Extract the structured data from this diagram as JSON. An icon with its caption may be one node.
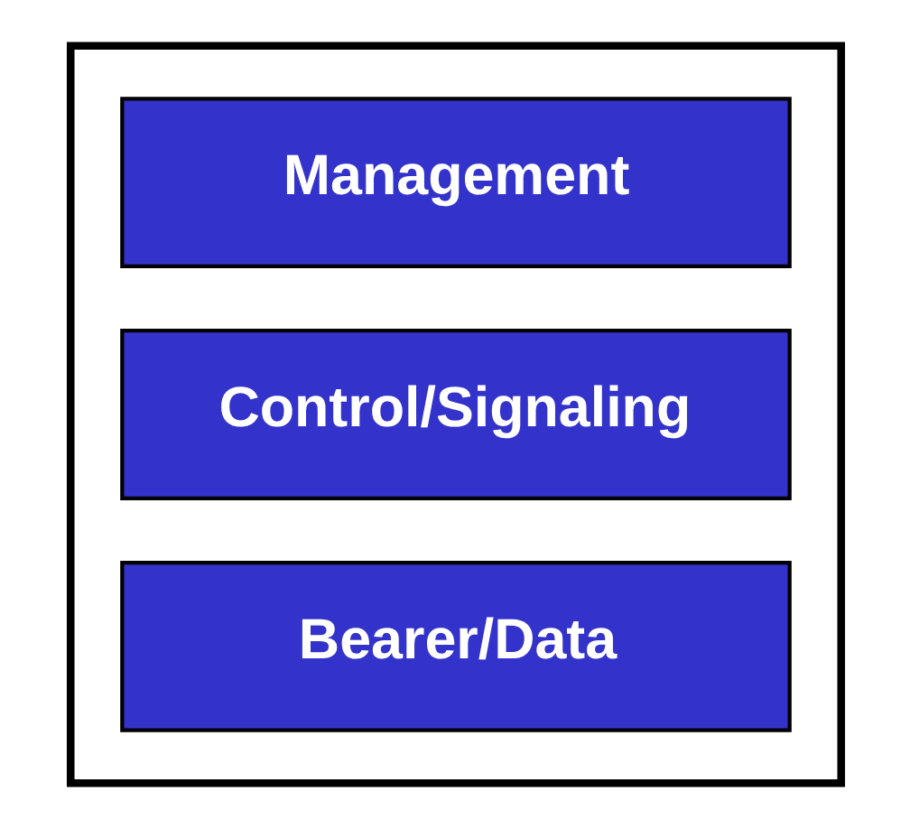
{
  "diagram": {
    "nodes": [
      {
        "text": [],
        "shape": "box"
      },
      {
        "text": [
          "Management"
        ],
        "in": 0
      },
      {
        "text": [
          "Control/Signaling"
        ],
        "in": 0
      },
      {
        "text": [
          "Bearer/Data"
        ],
        "in": 0
      }
    ]
  }
}
